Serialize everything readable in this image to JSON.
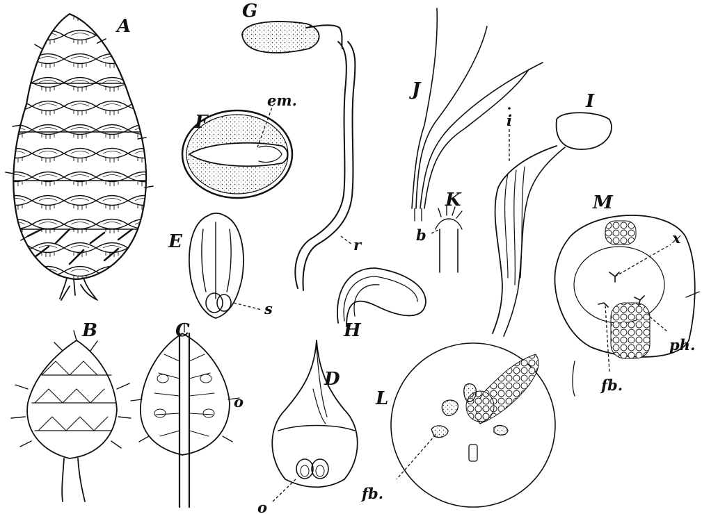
{
  "figure": {
    "letters": {
      "A": "A",
      "B": "B",
      "C": "C",
      "D": "D",
      "E": "E",
      "F": "F",
      "G": "G",
      "H": "H",
      "I": "I",
      "J": "J",
      "K": "K",
      "L": "L",
      "M": "M"
    },
    "annotations": {
      "em": "em.",
      "r": "r",
      "s": "s",
      "o_c": "o",
      "o_d": "o",
      "i": "i",
      "b": "b",
      "x": "x",
      "ph": "ph.",
      "fb_m": "fb.",
      "fb_l": "fb."
    }
  }
}
